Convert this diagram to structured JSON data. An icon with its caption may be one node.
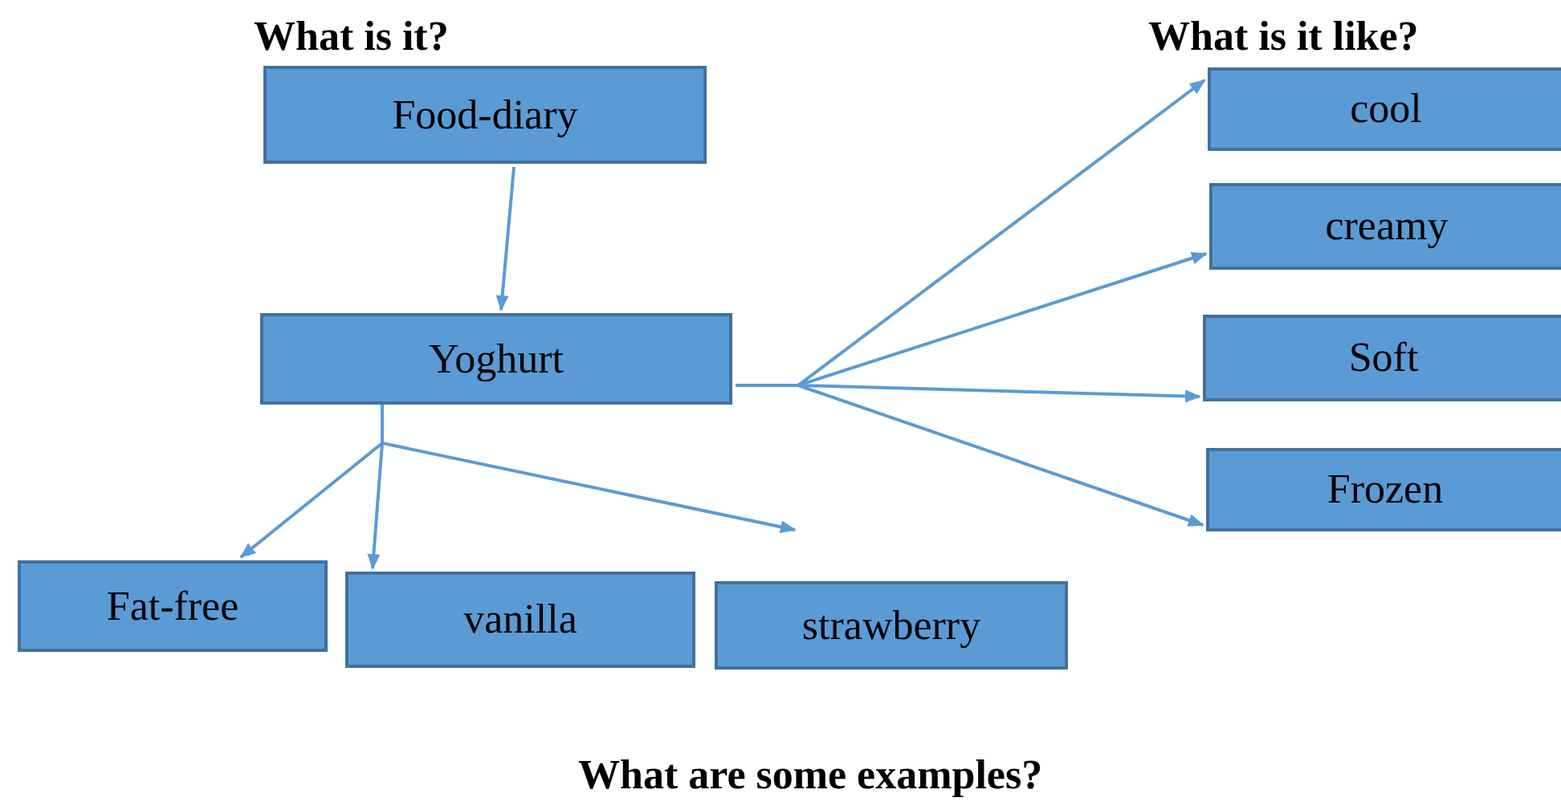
{
  "diagram": {
    "nodes": [
      {
        "text": [
          "Food-diary"
        ]
      },
      {
        "text": [
          "Yoghurt"
        ]
      },
      {
        "text": [
          "Fat-free"
        ]
      },
      {
        "text": [
          "vanilla"
        ]
      },
      {
        "text": [
          "strawberry"
        ]
      },
      {
        "text": [
          "cool"
        ]
      },
      {
        "text": [
          "creamy"
        ]
      },
      {
        "text": [
          "Soft"
        ]
      },
      {
        "text": [
          "Frozen"
        ]
      }
    ],
    "edges": [
      {
        "from": 0,
        "to": 1,
        "arrow": "to"
      },
      {
        "from": 1,
        "to": 2,
        "arrow": "to"
      },
      {
        "from": 1,
        "to": 3,
        "arrow": "to"
      },
      {
        "from": 1,
        "to": 4,
        "arrow": "to"
      },
      {
        "from": 1,
        "to": 5,
        "arrow": "to"
      },
      {
        "from": 1,
        "to": 6,
        "arrow": "to"
      },
      {
        "from": 1,
        "to": 7,
        "arrow": "to"
      },
      {
        "from": 1,
        "to": 8,
        "arrow": "to"
      }
    ],
    "labels": [
      "What is it?",
      "What is it like?",
      "What are some examples?"
    ]
  }
}
